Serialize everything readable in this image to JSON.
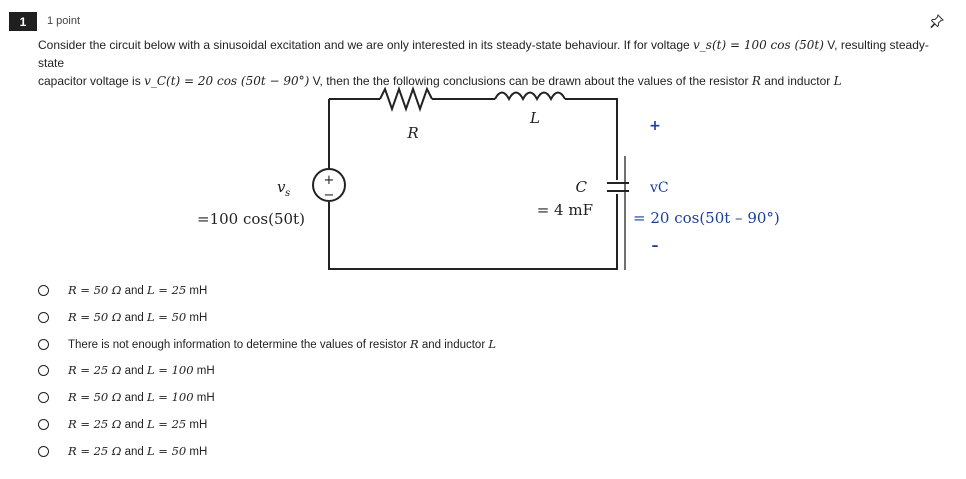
{
  "question": {
    "number": "1",
    "points": "1 point",
    "text_line1_a": "Consider the circuit below with a sinusoidal excitation and we are only interested in its steady-state behaviour. If for voltage ",
    "text_line1_vs": "v_s(t) = 100 cos (50t)",
    "text_line1_b": " V, resulting steady-state",
    "text_line2_a": "capacitor voltage is ",
    "text_line2_vc": "v_C(t) = 20 cos (50t − 90°)",
    "text_line2_b": " V, then the the following conclusions can be drawn about the values of the resistor ",
    "text_R": "R",
    "text_and": " and inductor ",
    "text_L": "L"
  },
  "circuit": {
    "R_label": "R",
    "L_label": "L",
    "C_label": "C",
    "C_value": "= 4 mF",
    "vs_label": "v",
    "vs_sub": "s",
    "vs_value": "=100 cos(50t)",
    "plus_sign": "+",
    "minus_sign": "−",
    "vc_plus": "+",
    "vc_label": "vC",
    "vc_value": "= 20 cos(50t – 90°)",
    "vc_minus": "–",
    "colors": {
      "wire": "#222222",
      "vc_blue": "#1a3f9b"
    }
  },
  "options": [
    {
      "R": "R = 50 Ω",
      "and": " and ",
      "L": "L = 25",
      "unit": " mH"
    },
    {
      "R": "R = 50 Ω",
      "and": " and ",
      "L": "L = 50",
      "unit": " mH"
    },
    {
      "text": "There is not enough information to determine the values of resistor ",
      "R": "R",
      "mid": " and inductor ",
      "L": "L"
    },
    {
      "R": "R = 25 Ω",
      "and": " and ",
      "L": "L = 100",
      "unit": " mH"
    },
    {
      "R": "R = 50 Ω",
      "and": " and ",
      "L": "L = 100",
      "unit": " mH"
    },
    {
      "R": "R = 25 Ω",
      "and": " and ",
      "L": "L = 25",
      "unit": " mH"
    },
    {
      "R": "R = 25 Ω",
      "and": " and ",
      "L": "L = 50",
      "unit": " mH"
    }
  ],
  "icons": {
    "pin": "pin-icon",
    "radio": "radio-icon"
  }
}
